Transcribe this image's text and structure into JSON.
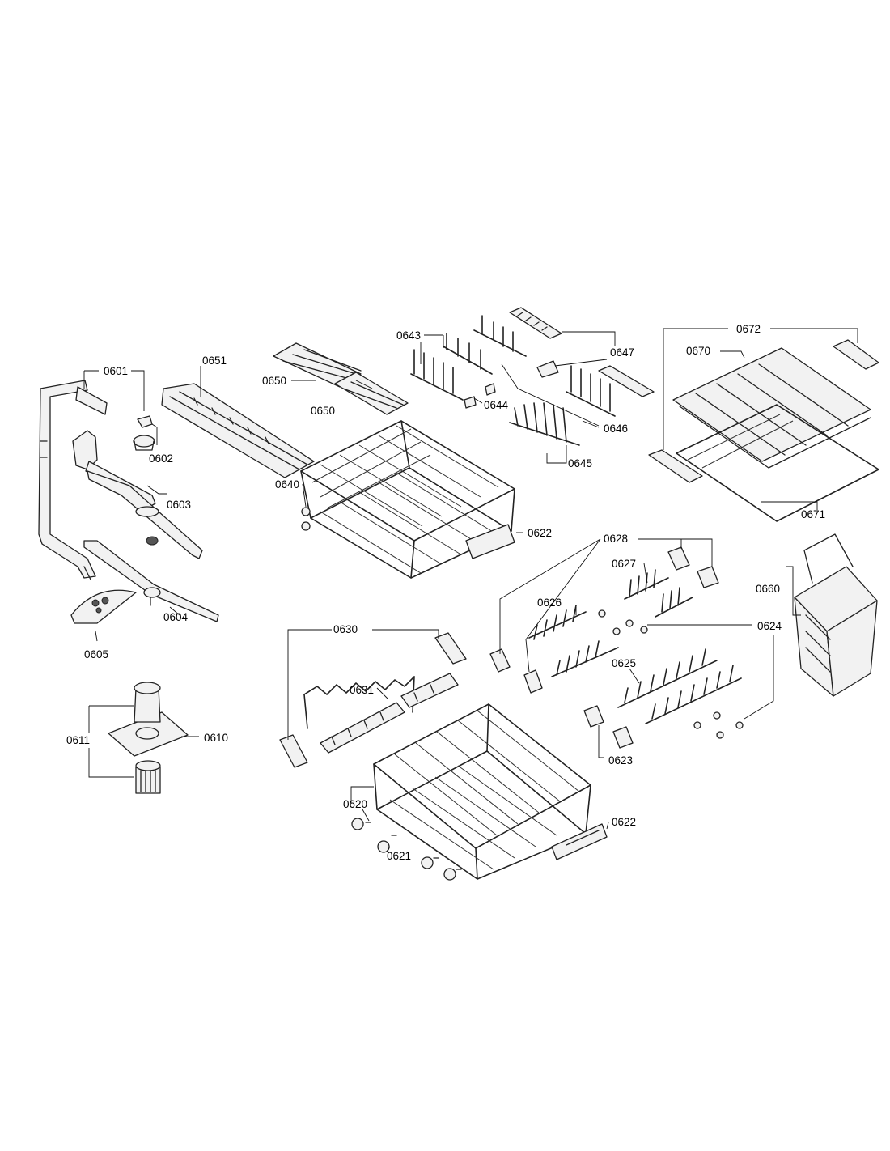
{
  "callouts": {
    "c0601": "0601",
    "c0602": "0602",
    "c0603": "0603",
    "c0604": "0604",
    "c0605": "0605",
    "c0610": "0610",
    "c0611": "0611",
    "c0620": "0620",
    "c0621": "0621",
    "c0622a": "0622",
    "c0622b": "0622",
    "c0623": "0623",
    "c0624": "0624",
    "c0625": "0625",
    "c0626": "0626",
    "c0627": "0627",
    "c0628": "0628",
    "c0630": "0630",
    "c0631": "0631",
    "c0640": "0640",
    "c0643": "0643",
    "c0644": "0644",
    "c0645": "0645",
    "c0646": "0646",
    "c0647": "0647",
    "c0650a": "0650",
    "c0650b": "0650",
    "c0651": "0651",
    "c0660": "0660",
    "c0670": "0670",
    "c0671": "0671",
    "c0672": "0672"
  }
}
